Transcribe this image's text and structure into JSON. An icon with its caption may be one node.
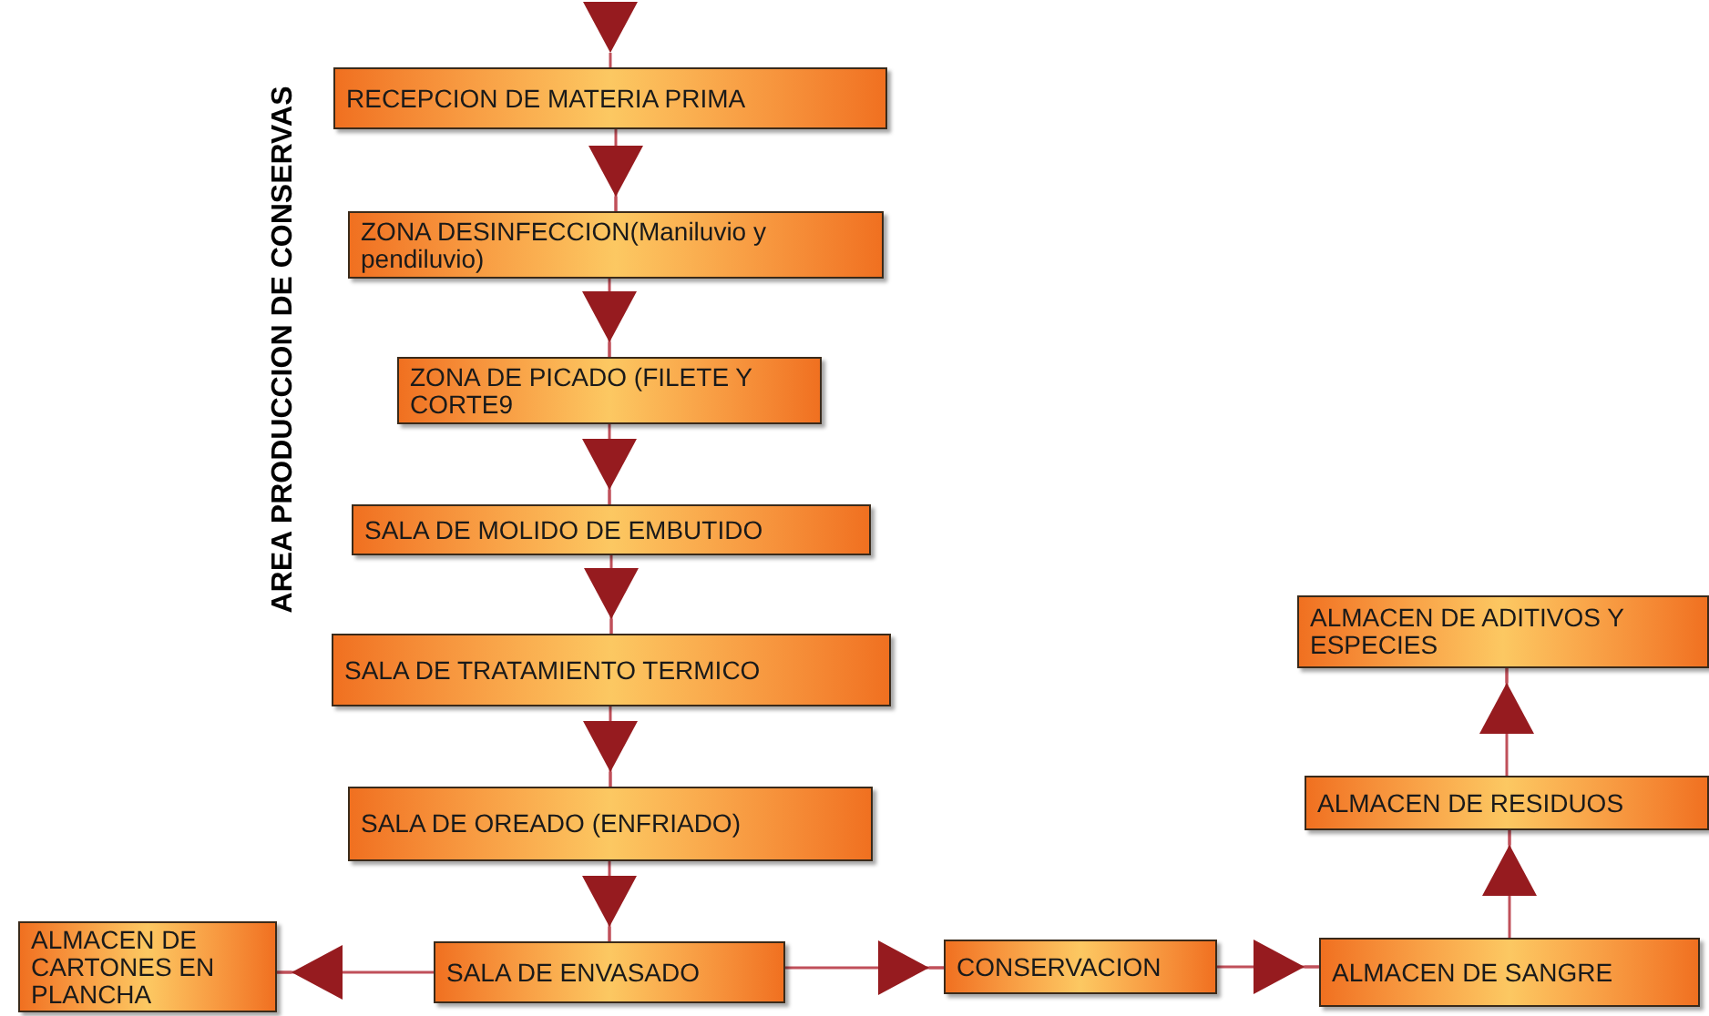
{
  "diagram": {
    "nodes": [
      {
        "text": [
          "RECEPCION DE MATERIA PRIMA"
        ]
      },
      {
        "text": [
          "ZONA DESINFECCION(Maniluvio y pendiluvio)"
        ]
      },
      {
        "text": [
          "ZONA DE PICADO (FILETE Y CORTE9"
        ]
      },
      {
        "text": [
          "SALA DE MOLIDO DE EMBUTIDO"
        ]
      },
      {
        "text": [
          "SALA DE TRATAMIENTO TERMICO"
        ]
      },
      {
        "text": [
          "SALA DE OREADO (ENFRIADO)"
        ]
      },
      {
        "text": [
          "SALA DE ENVASADO"
        ]
      },
      {
        "text": [
          "ALMACEN DE CARTONES EN PLANCHA"
        ]
      },
      {
        "text": [
          "CONSERVACION"
        ]
      },
      {
        "text": [
          "ALMACEN DE SANGRE"
        ]
      },
      {
        "text": [
          "ALMACEN DE RESIDUOS"
        ]
      },
      {
        "text": [
          "ALMACEN DE ADITIVOS Y ESPECIES"
        ]
      }
    ],
    "edges": [
      {
        "from": null,
        "to": 0,
        "arrow": "to"
      },
      {
        "from": 0,
        "to": 1,
        "arrow": "to"
      },
      {
        "from": 1,
        "to": 2,
        "arrow": "to"
      },
      {
        "from": 2,
        "to": 3,
        "arrow": "to"
      },
      {
        "from": 3,
        "to": 4,
        "arrow": "to"
      },
      {
        "from": 4,
        "to": 5,
        "arrow": "to"
      },
      {
        "from": 5,
        "to": 6,
        "arrow": "to"
      },
      {
        "from": 6,
        "to": 7,
        "arrow": "to"
      },
      {
        "from": 6,
        "to": 8,
        "arrow": "to"
      },
      {
        "from": 8,
        "to": 9,
        "arrow": "to"
      },
      {
        "from": 9,
        "to": 10,
        "arrow": "to"
      },
      {
        "from": 10,
        "to": 11,
        "arrow": "to"
      }
    ],
    "labels": [
      "AREA PRODUCCION DE CONSERVAS"
    ]
  }
}
